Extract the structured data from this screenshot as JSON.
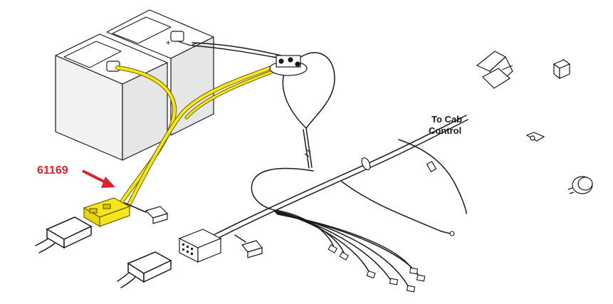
{
  "callout": {
    "part_number": "61169",
    "color": "#d9232e"
  },
  "labels": {
    "to_cab_line1": "To Cab",
    "to_cab_line2": "Control"
  },
  "colors": {
    "line": "#1a1a1a",
    "highlight_harness": "#f5e51a",
    "highlight_outline": "#6b6300",
    "battery_side": "#e6e6e6",
    "battery_front": "#f2f2f2",
    "battery_top": "#ffffff"
  },
  "icons": [
    "battery-icon",
    "solenoid-icon",
    "highlighted-connector-icon",
    "plug-connector-icon",
    "relay-icon",
    "circuit-breaker-icon",
    "flasher-icon",
    "clip-icon",
    "ring-terminal-icon"
  ]
}
